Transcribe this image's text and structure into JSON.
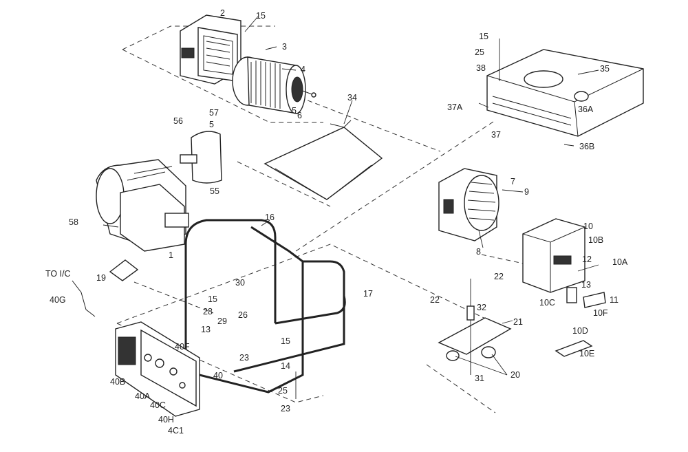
{
  "labels": {
    "l2": "2",
    "l15a": "15",
    "l3": "3",
    "l4": "4",
    "l5a": "5",
    "l6": "6",
    "l15b": "15",
    "l25a": "25",
    "l38": "38",
    "l35": "35",
    "l34": "34",
    "l37a": "37A",
    "l36a": "36A",
    "l37": "37",
    "l36b": "36B",
    "l56": "56",
    "l57": "57",
    "l5b": "5",
    "l55": "55",
    "l58": "58",
    "l1": "1",
    "l16": "16",
    "l7": "7",
    "l9": "9",
    "l10": "10",
    "l10b": "10B",
    "l8": "8",
    "l12": "12",
    "l10a": "10A",
    "l13a": "13",
    "l10c": "10C",
    "l11": "11",
    "l10f": "10F",
    "l22a": "22",
    "l22b": "22",
    "l32": "32",
    "l21": "21",
    "l10d": "10D",
    "l10e": "10E",
    "l20": "20",
    "l31": "31",
    "l17": "17",
    "l19": "19",
    "toic": "TO I/C",
    "l40g": "40G",
    "l30": "30",
    "l15c": "15",
    "l28": "28",
    "l29": "29",
    "l13b": "13",
    "l26": "26",
    "l40f": "40F",
    "l15d": "15",
    "l23a": "23",
    "l14": "14",
    "l40b": "40B",
    "l40a": "40A",
    "l40c": "40C",
    "l40": "40",
    "l40h": "40H",
    "l4c1": "4C1",
    "l25b": "25",
    "l23b": "23"
  }
}
